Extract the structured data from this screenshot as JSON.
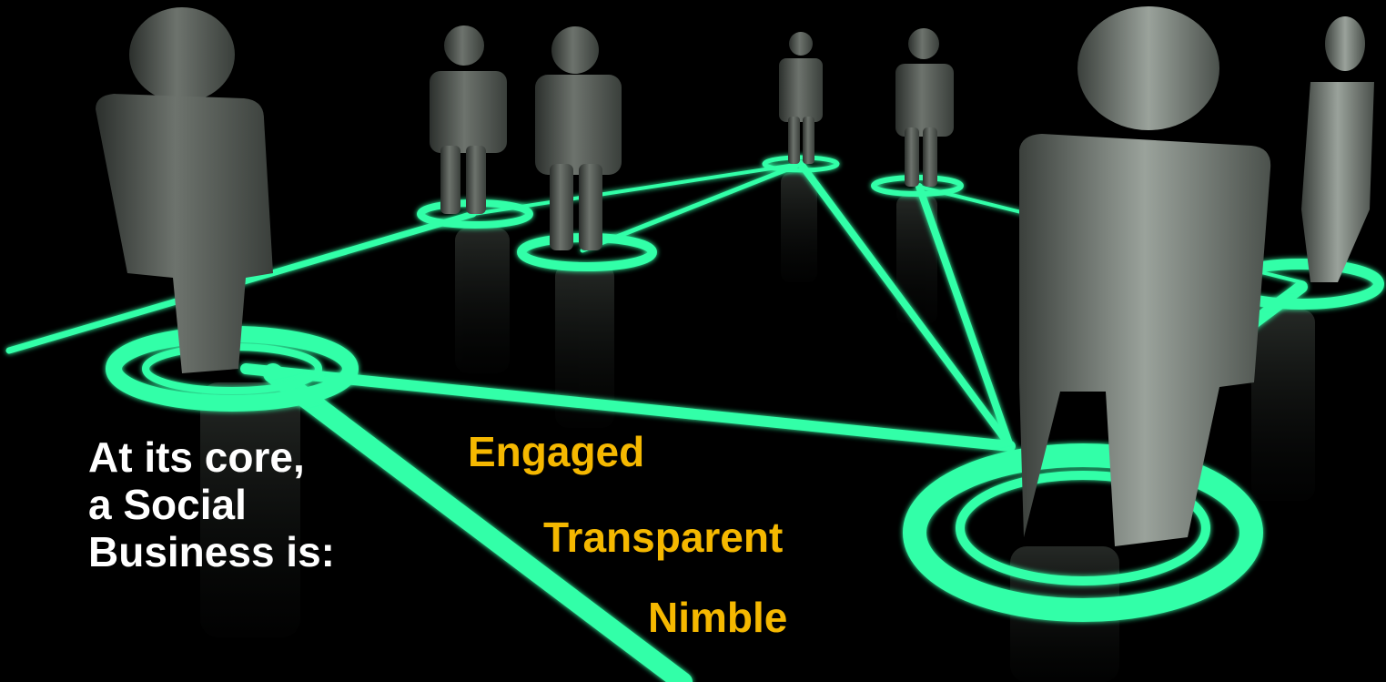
{
  "slide": {
    "intro_lines": [
      "At its core,",
      "a Social",
      "Business is:"
    ],
    "qualities": [
      "Engaged",
      "Transparent",
      "Nimble"
    ]
  },
  "colors": {
    "background": "#000000",
    "network_line": "#33ffa8",
    "figure": "#6f756f",
    "intro_text": "#ffffff",
    "quality_text": "#f5b800"
  },
  "illustration": {
    "description_icon": "people-network-icon"
  }
}
